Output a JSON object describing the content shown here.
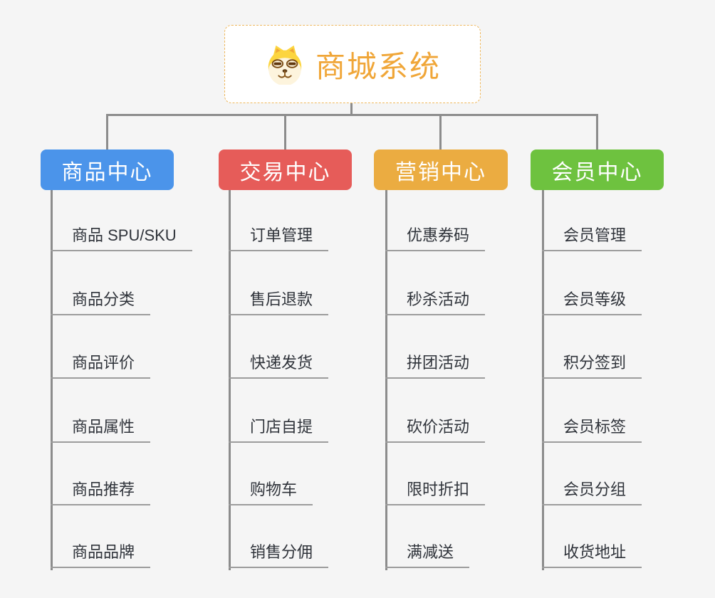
{
  "canvas": {
    "background_color": "#f5f5f5",
    "connector_color": "#8c8c8c",
    "underline_color": "#9c9c9c"
  },
  "root": {
    "title": "商城系统",
    "icon": "shiba-dog-icon",
    "text_color": "#f0a638",
    "border_color": "#eeb75c"
  },
  "branches": [
    {
      "label": "商品中心",
      "color": "#4b94ea",
      "items": [
        "商品 SPU/SKU",
        "商品分类",
        "商品评价",
        "商品属性",
        "商品推荐",
        "商品品牌"
      ]
    },
    {
      "label": "交易中心",
      "color": "#e65c59",
      "items": [
        "订单管理",
        "售后退款",
        "快递发货",
        "门店自提",
        "购物车",
        "销售分佣"
      ]
    },
    {
      "label": "营销中心",
      "color": "#ebac41",
      "items": [
        "优惠券码",
        "秒杀活动",
        "拼团活动",
        "砍价活动",
        "限时折扣",
        "满减送"
      ]
    },
    {
      "label": "会员中心",
      "color": "#6ec23f",
      "items": [
        "会员管理",
        "会员等级",
        "积分签到",
        "会员标签",
        "会员分组",
        "收货地址"
      ]
    }
  ]
}
